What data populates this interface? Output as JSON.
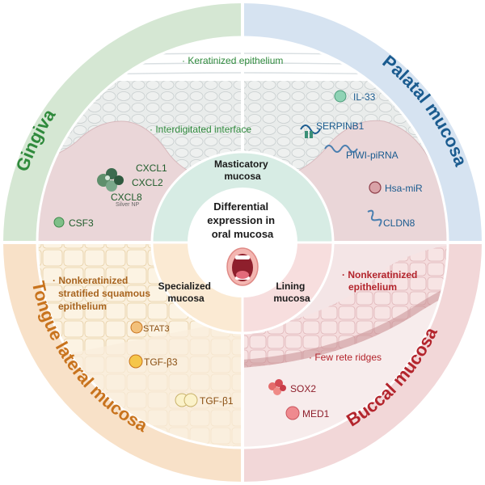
{
  "center": {
    "title_lines": [
      "Differential",
      "expression in",
      "oral mucosa"
    ]
  },
  "categories": {
    "masticatory": [
      "Masticatory",
      "mucosa"
    ],
    "specialized": [
      "Specialized",
      "mucosa"
    ],
    "lining": [
      "Lining",
      "mucosa"
    ]
  },
  "regions": {
    "gingiva": "Gingiva",
    "palatal": "Palatal mucosa",
    "tongue": "Tongue lateral mucosa",
    "buccal": "Buccal  mucosa"
  },
  "annotations": {
    "keratinized_epithelium": "· Keratinized epithelium",
    "interdigitated_interface": "· Interdigitated interface",
    "nonkeratinized_stratified": [
      "· Nonkeratinized",
      "stratified squamous",
      "epithelium"
    ],
    "nonkeratinized_epithelium": [
      "· Nonkeratinized",
      "epithelium"
    ],
    "few_rete_ridges": "· Few rete ridges",
    "silver_np": "Silver NP"
  },
  "markers": {
    "gingiva": [
      "CXCL1",
      "CXCL2",
      "CXCL8",
      "CSF3"
    ],
    "palatal": [
      "IL-33",
      "SERPINB1",
      "PIWI-piRNA",
      "Hsa-miR",
      "CLDN8"
    ],
    "tongue": [
      "STAT3",
      "TGF-β3",
      "TGF-β1"
    ],
    "buccal": [
      "SOX2",
      "MED1"
    ]
  },
  "colors": {
    "gingiva_bg": "#d5e7d3",
    "palatal_bg": "#d6e3f1",
    "tongue_bg": "#f8e1c8",
    "buccal_bg": "#f2d7d8",
    "gingiva_text": "#2f8a3c",
    "palatal_text": "#1a5b8f",
    "tongue_text": "#c8731d",
    "buccal_text": "#b3242c",
    "masticatory_ring": "#d7ece4"
  }
}
